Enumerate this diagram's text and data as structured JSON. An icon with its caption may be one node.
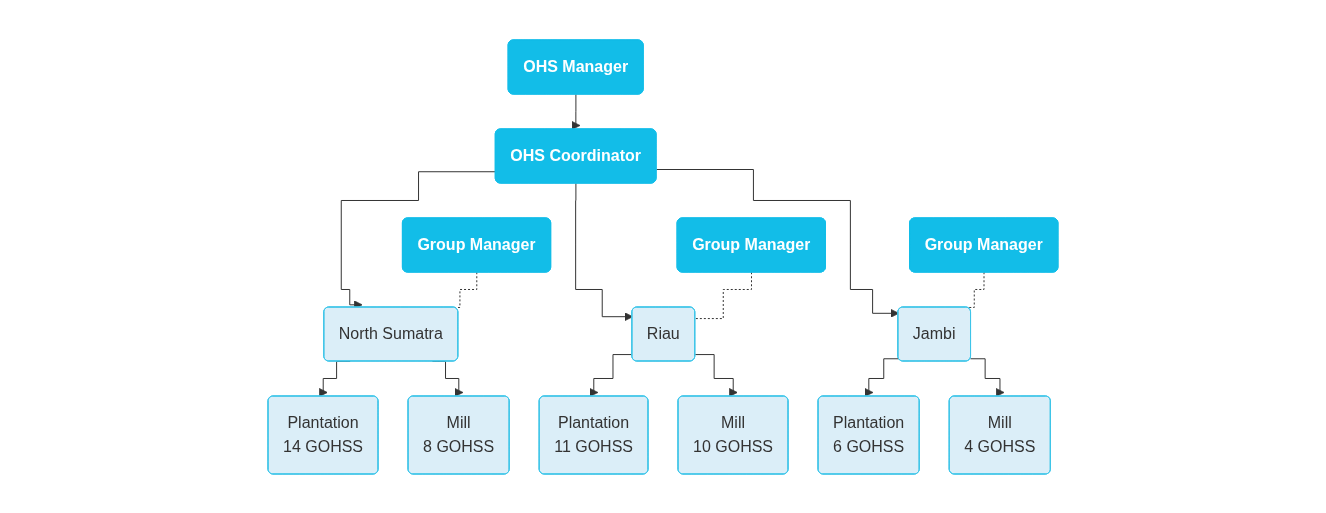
{
  "diagram": {
    "nodes": [
      {
        "text": [
          "OHS Manager"
        ]
      },
      {
        "text": [
          "OHS Coordinator"
        ]
      },
      {
        "text": [
          "Group Manager"
        ]
      },
      {
        "text": [
          "North Sumatra"
        ]
      },
      {
        "text": [
          "Plantation",
          "14 GOHSS"
        ]
      },
      {
        "text": [
          "Mill",
          "8 GOHSS"
        ]
      },
      {
        "text": [
          "Group Manager"
        ]
      },
      {
        "text": [
          "Riau"
        ]
      },
      {
        "text": [
          "Plantation",
          "11 GOHSS"
        ]
      },
      {
        "text": [
          "Mill",
          "10 GOHSS"
        ]
      },
      {
        "text": [
          "Group Manager"
        ]
      },
      {
        "text": [
          "Jambi"
        ]
      },
      {
        "text": [
          "Plantation",
          "6 GOHSS"
        ]
      },
      {
        "text": [
          "Mill",
          "4 GOHSS"
        ]
      }
    ],
    "edges": [
      {
        "from": 0,
        "to": 1,
        "arrow": "to"
      },
      {
        "from": 1,
        "to": 3,
        "arrow": "to"
      },
      {
        "from": 1,
        "to": 7,
        "arrow": "to"
      },
      {
        "from": 1,
        "to": 11,
        "arrow": "to"
      },
      {
        "from": 2,
        "to": 3,
        "arrow": "none",
        "style": "dashed"
      },
      {
        "from": 6,
        "to": 7,
        "arrow": "none",
        "style": "dashed"
      },
      {
        "from": 10,
        "to": 11,
        "arrow": "none",
        "style": "dashed"
      },
      {
        "from": 3,
        "to": 4,
        "arrow": "to"
      },
      {
        "from": 3,
        "to": 5,
        "arrow": "to"
      },
      {
        "from": 7,
        "to": 8,
        "arrow": "to"
      },
      {
        "from": 7,
        "to": 9,
        "arrow": "to"
      },
      {
        "from": 11,
        "to": 12,
        "arrow": "to"
      },
      {
        "from": 11,
        "to": 13,
        "arrow": "to"
      }
    ]
  }
}
